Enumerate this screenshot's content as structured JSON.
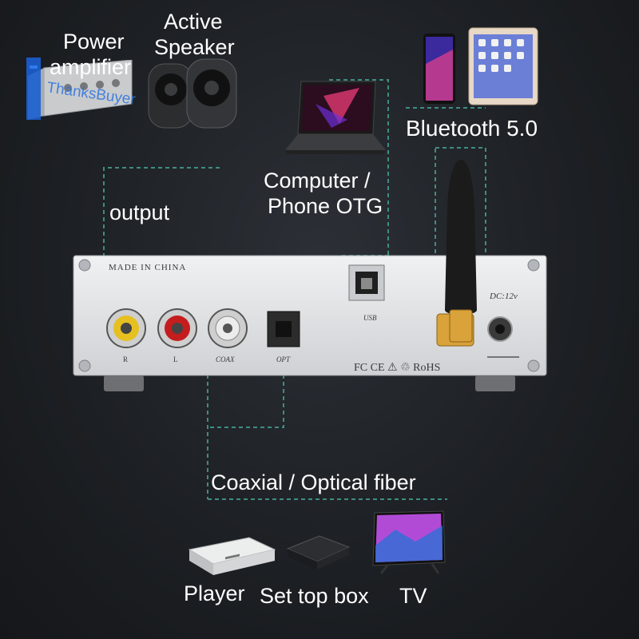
{
  "labels": {
    "power_amplifier_line1": "Power",
    "power_amplifier_line2": "amplifier",
    "active_speaker_line1": "Active",
    "active_speaker_line2": "Speaker",
    "bluetooth": "Bluetooth 5.0",
    "computer_line1": "Computer /",
    "computer_line2": "Phone OTG",
    "output": "output",
    "coaxial_optical": "Coaxial / Optical fiber",
    "player": "Player",
    "set_top_box": "Set top box",
    "tv": "TV"
  },
  "watermark": "ThanksBuyer",
  "panel": {
    "made_in": "MADE IN CHINA",
    "r": "R",
    "l": "L",
    "coax": "COAX",
    "opt": "OPT",
    "usb": "USB",
    "dc": "DC:12v",
    "cert": "FC CE ⚠ ♲ RoHS"
  },
  "colors": {
    "background": "#1d2024",
    "dashed_line": "#3f8d82",
    "panel": "#e4e5e7",
    "rca_r_ring": "#e5c020",
    "rca_l_ring": "#c51d1d"
  }
}
